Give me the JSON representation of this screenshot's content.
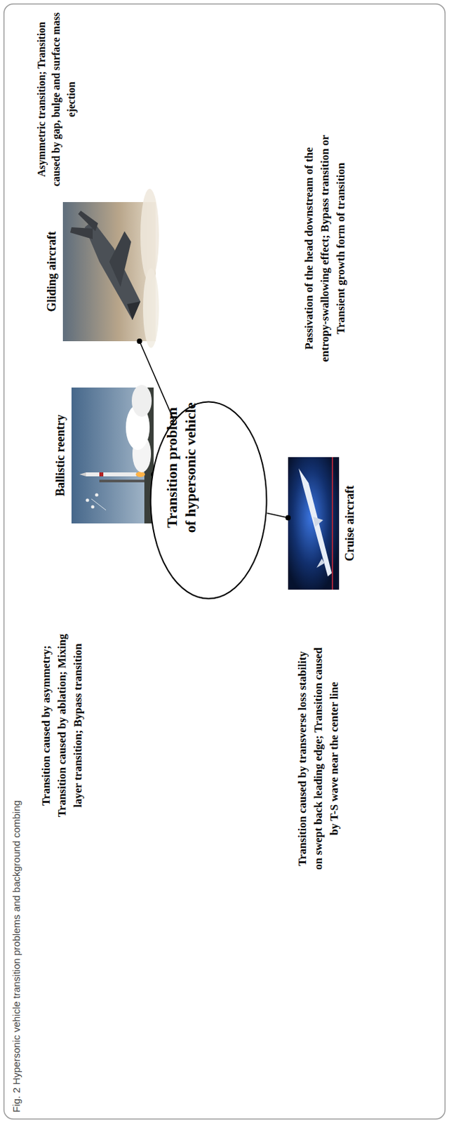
{
  "diagram": {
    "caption": "Fig. 2 Hypersonic vehicle transition problems and background combing",
    "nodes": [
      {
        "text": [
          "Ballistic reentry"
        ]
      },
      {
        "text": [
          "Gliding aircraft"
        ]
      },
      {
        "text": [
          "Transition problem of hypersonic vehicle"
        ]
      },
      {
        "text": [
          "Cruise aircraft"
        ]
      }
    ],
    "edges": [
      {
        "from": 2,
        "to": 0,
        "arrow": "none"
      },
      {
        "from": 2,
        "to": 1,
        "arrow": "none"
      },
      {
        "from": 2,
        "to": 3,
        "arrow": "none"
      }
    ],
    "labels": [
      "Transition caused by asymmetry; Transition caused by ablation; Mixing layer transition; Bypass transition",
      "Asymmetric transition; Transition caused by gap, bulge and surface mass ejection",
      "Transition caused by transverse loss stability on swept back leading edge; Transition caused by T-S wave near the center line",
      "Passivation of the head downstream of the entropy-swallowing effect; Bypass transition or Transient growth form of transition"
    ]
  }
}
